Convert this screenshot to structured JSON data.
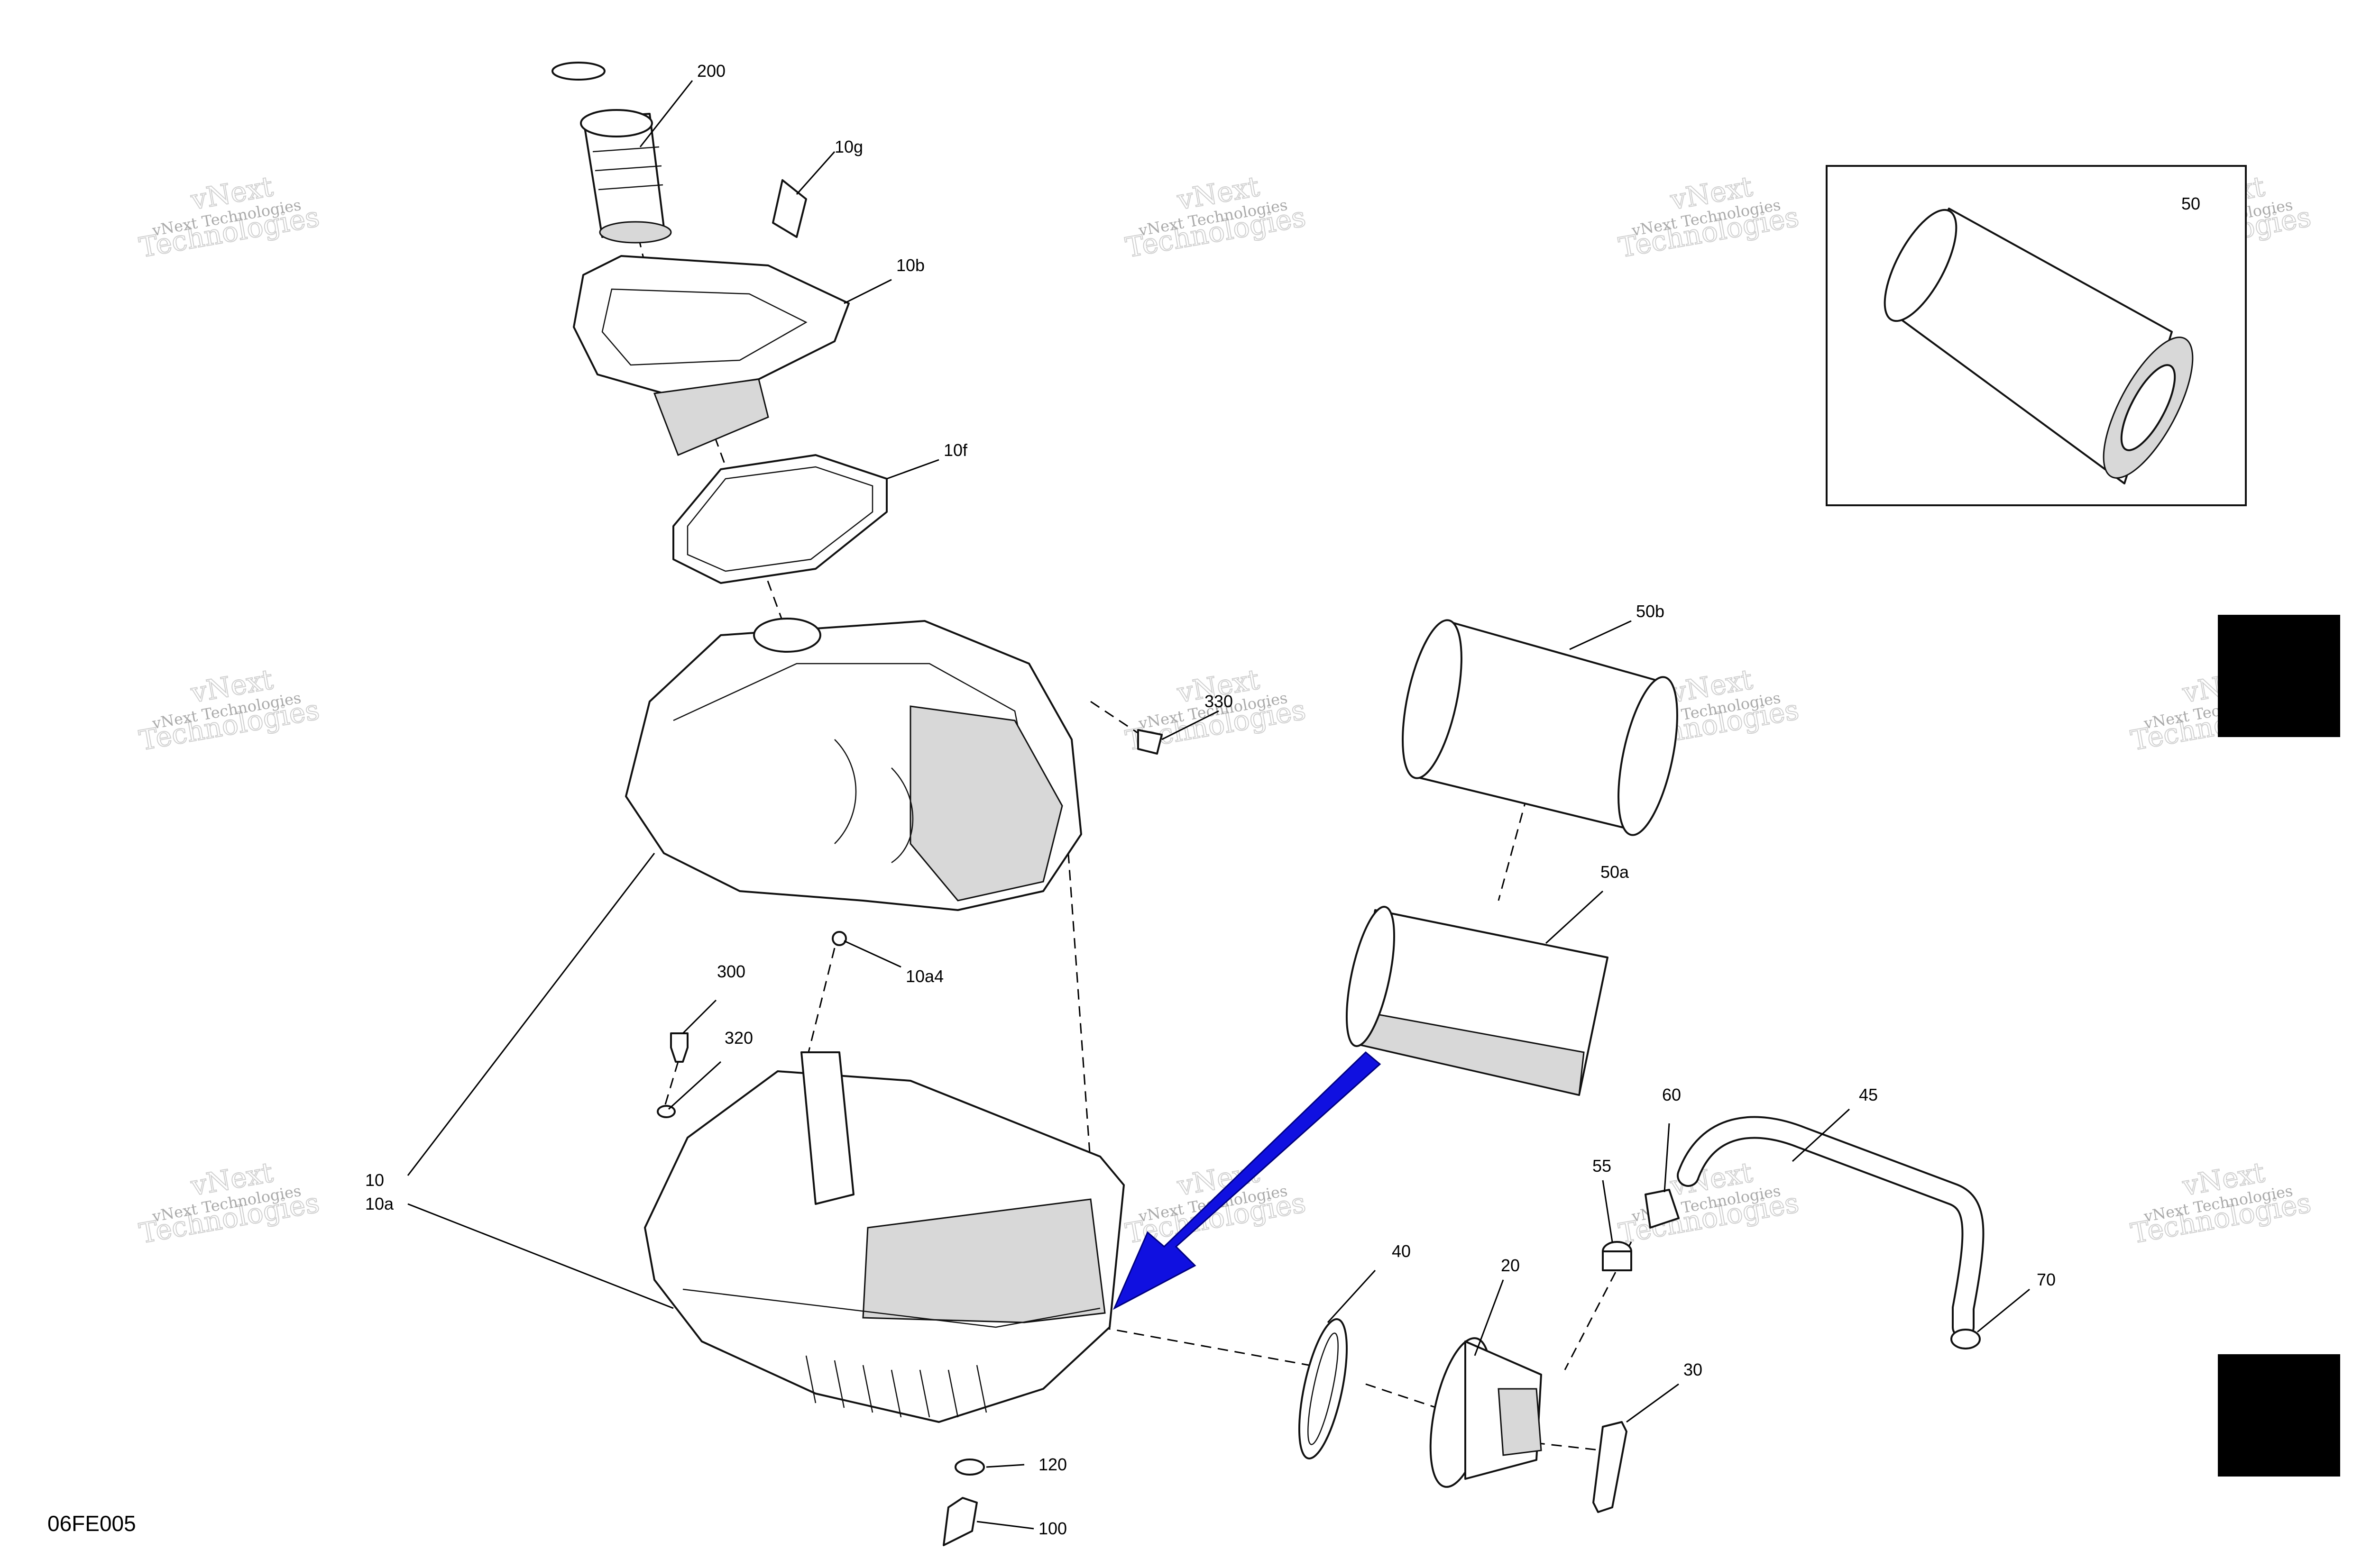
{
  "diagram_code": "06FE005",
  "watermark": {
    "line1": "vNext Technologies",
    "line2a": "vNext",
    "line2b": "Technologies"
  },
  "callouts": [
    {
      "id": "200"
    },
    {
      "id": "10g"
    },
    {
      "id": "10b"
    },
    {
      "id": "10f"
    },
    {
      "id": "330"
    },
    {
      "id": "10a4"
    },
    {
      "id": "300"
    },
    {
      "id": "320"
    },
    {
      "id": "10"
    },
    {
      "id": "10a"
    },
    {
      "id": "120"
    },
    {
      "id": "100"
    },
    {
      "id": "50"
    },
    {
      "id": "50b"
    },
    {
      "id": "50a"
    },
    {
      "id": "60"
    },
    {
      "id": "45"
    },
    {
      "id": "55"
    },
    {
      "id": "70"
    },
    {
      "id": "40"
    },
    {
      "id": "20"
    },
    {
      "id": "30"
    }
  ],
  "colors": {
    "ink": "#000000",
    "part_fill": "#ffffff",
    "shading": "#d8d8d8",
    "arrow": "#1010e0",
    "block": "#000000"
  }
}
